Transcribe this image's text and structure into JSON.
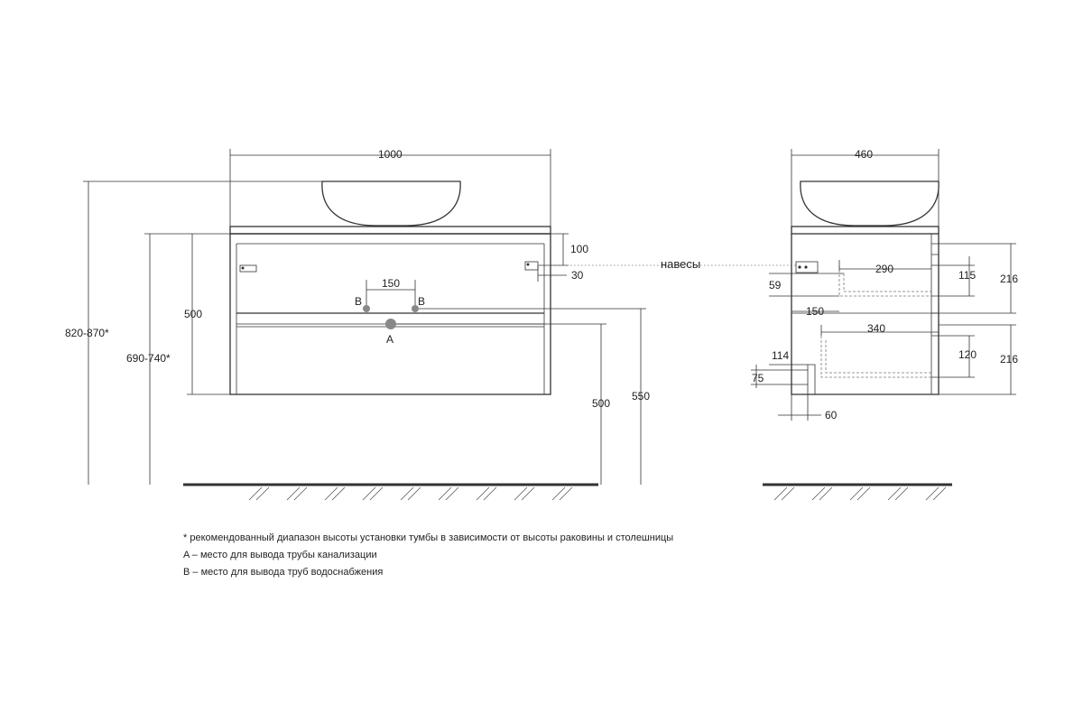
{
  "colors": {
    "line": "#333333",
    "bowl": "#ffffff",
    "hole": "#888888",
    "floor": "#333333"
  },
  "front_view": {
    "width_dim": "1000",
    "total_height_dim": "820-870*",
    "cabinet_height_dim": "690-740*",
    "body_height_dim": "500",
    "top_offset_dim": "100",
    "hinge_offset_dim": "30",
    "pipe_spacing_dim": "150",
    "drain_height_dim": "500",
    "supply_height_dim": "550",
    "label_b_left": "B",
    "label_b_right": "B",
    "label_a": "A"
  },
  "hinges_label": "навесы",
  "side_view": {
    "depth_dim": "460",
    "upper_drawer_height": "216",
    "lower_drawer_height": "216",
    "upper_inner_width": "290",
    "upper_inner_height": "115",
    "upper_offset_59": "59",
    "offset_150": "150",
    "lower_inner_width": "340",
    "lower_inner_height": "120",
    "dim_114": "114",
    "dim_75": "75",
    "dim_60": "60"
  },
  "notes": [
    "* рекомендованный диапазон высоты установки тумбы в зависимости от высоты раковины и столешницы",
    "A – место для вывода трубы канализации",
    "B – место для вывода труб водоснабжения"
  ]
}
